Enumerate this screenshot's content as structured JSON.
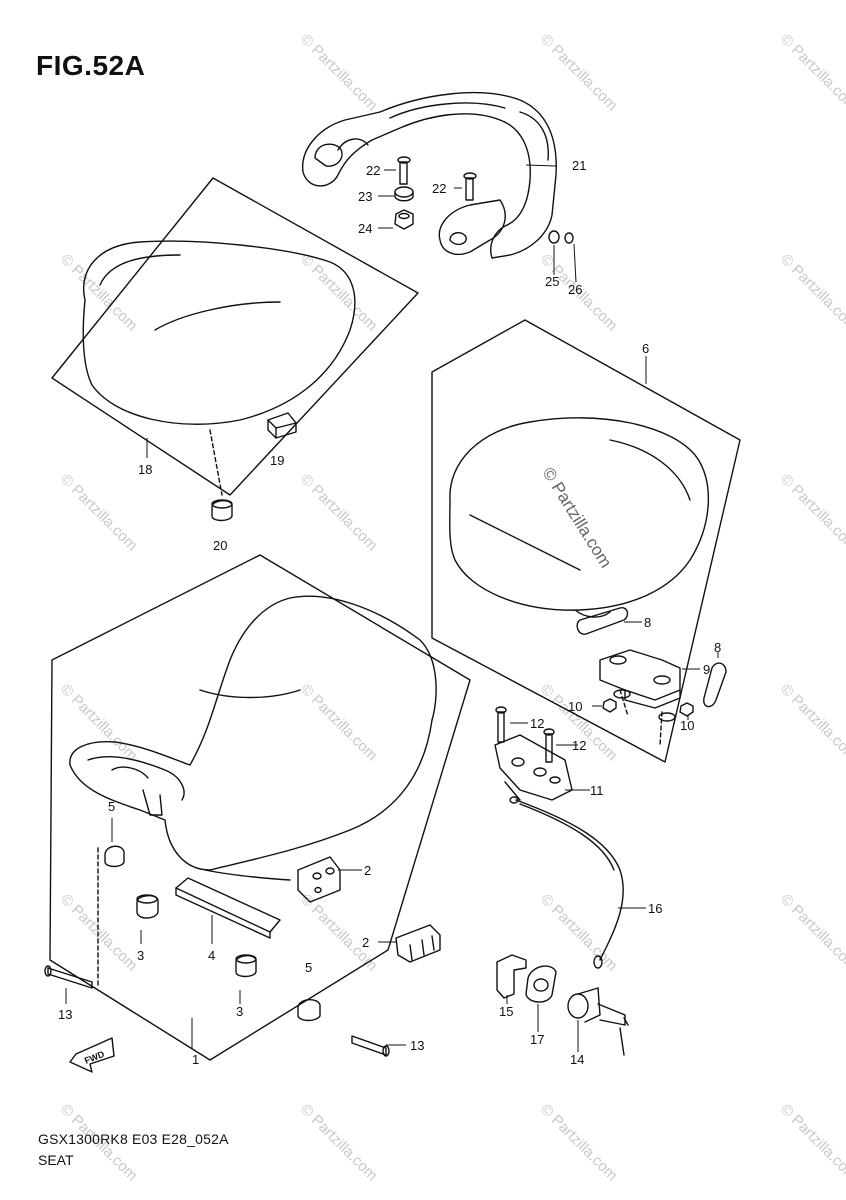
{
  "figure": {
    "title": "FIG.52A"
  },
  "footer": {
    "code": "GSX1300RK8 E03 E28_052A",
    "name": "SEAT"
  },
  "watermark": "© Partzilla.com",
  "callouts": {
    "c1": "1",
    "c2a": "2",
    "c2b": "2",
    "c3a": "3",
    "c3b": "3",
    "c4": "4",
    "c5a": "5",
    "c5b": "5",
    "c6": "6",
    "c8a": "8",
    "c8b": "8",
    "c9": "9",
    "c10a": "10",
    "c10b": "10",
    "c11": "11",
    "c12a": "12",
    "c12b": "12",
    "c13a": "13",
    "c13b": "13",
    "c14": "14",
    "c15": "15",
    "c16": "16",
    "c17": "17",
    "c18": "18",
    "c19": "19",
    "c20": "20",
    "c21": "21",
    "c22a": "22",
    "c22b": "22",
    "c23": "23",
    "c24": "24",
    "c25": "25",
    "c26": "26"
  },
  "fwd_label": "FWD",
  "icons": {
    "fwd": "forward-arrow-icon"
  }
}
